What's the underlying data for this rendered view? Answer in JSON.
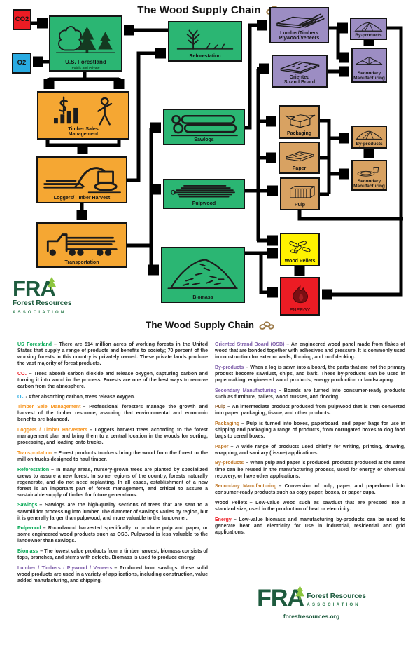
{
  "title": "The Wood Supply Chain",
  "diagram": {
    "nodes": {
      "co2": {
        "label": "CO2"
      },
      "o2": {
        "label": "O2"
      },
      "forestland": {
        "label": "U.S. Forestland",
        "sublabel": "Public and Private"
      },
      "reforestation": {
        "label": "Reforestation"
      },
      "tsm": {
        "label": "Timber Sales\nManagement"
      },
      "loggers": {
        "label": "Loggers/Timber Harvest"
      },
      "transportation": {
        "label": "Transportation"
      },
      "sawlogs": {
        "label": "Sawlogs"
      },
      "pulpwood": {
        "label": "Pulpwood"
      },
      "biomass": {
        "label": "Biomass"
      },
      "lumber": {
        "label": "Lumber/Timbers\nPlywood/Veneers"
      },
      "byproducts_wood": {
        "label": "By-products"
      },
      "osb": {
        "label": "Oriented\nStrand Board"
      },
      "secondary_wood": {
        "label": "Secondary\nManufacturing"
      },
      "packaging": {
        "label": "Packaging"
      },
      "paper": {
        "label": "Paper"
      },
      "pulp": {
        "label": "Pulp"
      },
      "byproducts_pulp": {
        "label": "By-products"
      },
      "secondary_pulp": {
        "label": "Secondary\nManufacturing"
      },
      "wood_pellets": {
        "label": "Wood Pellets"
      },
      "energy": {
        "label": "ENERGY"
      }
    },
    "icons": {
      "forestland": "trees-icon",
      "reforestation": "sapling-icon",
      "tsm": "dollar-chart-forester-icon",
      "loggers": "log-loader-icon",
      "transportation": "log-truck-icon",
      "sawlogs": "logs-icon",
      "pulpwood": "pulpwood-bundle-icon",
      "biomass": "wood-chips-pile-icon",
      "lumber": "boards-icon",
      "byproducts_wood": "sawdust-pile-icon",
      "osb": "panel-icon",
      "secondary_wood": "roof-truss-icon",
      "packaging": "carton-box-icon",
      "paper": "paper-stack-icon",
      "pulp": "pulp-bale-icon",
      "byproducts_pulp": "sawdust-pile-icon",
      "secondary_pulp": "molded-products-icon",
      "wood_pellets": "pellets-icon",
      "energy": "flame-icon",
      "title": "chain-links-icon"
    },
    "palette": {
      "green": "#2BB673",
      "orange": "#F5A733",
      "purple": "#9C8DC3",
      "tan": "#D8A262",
      "yellow": "#FFF200",
      "red": "#EC1C24",
      "blue": "#29ABE2"
    }
  },
  "logo": {
    "acronym": "FRA",
    "line1": "Forest Resources",
    "line2": "ASSOCIATION",
    "url": "forestresources.org"
  },
  "legend": {
    "heading": "The Wood Supply Chain",
    "left": [
      {
        "term": "US Forestland",
        "color": "green",
        "text": "– There are 514 million acres of working forests in the United States that supply a range of products and benefits to society; 70 percent of the working forests in this country is privately owned. These private lands produce the vast majority of forest products."
      },
      {
        "term": "CO₂",
        "color": "red",
        "text": "– Trees absorb carbon dioxide and release oxygen, capturing carbon and turning it into wood in the process.  Forests are one of the best ways to remove carbon from the atmosphere."
      },
      {
        "term": "O₂",
        "color": "blue",
        "text": "- After absorbing carbon, trees release oxygen."
      },
      {
        "term": "Timber Sale Management",
        "color": "orange",
        "text": "– Professional foresters manage the growth and harvest of the timber resource, assuring that environmental and economic benefits are balanced."
      },
      {
        "term": "Loggers / Timber Harvesters",
        "color": "orange",
        "text": "– Loggers harvest trees according to the forest management plan and bring them to a central location in the woods for sorting, processing, and loading onto trucks."
      },
      {
        "term": "Transportation",
        "color": "orange",
        "text": "– Forest products truckers bring the wood from the forest to the mill on trucks designed to haul timber."
      },
      {
        "term": "Reforestation",
        "color": "green",
        "text": "– In many areas, nursery-grown trees are planted by specialized crews to assure a new forest.  In some regions of the country, forests naturally regenerate, and do not need replanting.  In all cases, establishment of a new forest is an important part of forest management, and critical to assure a sustainable supply of timber for future generations."
      },
      {
        "term": "Sawlogs",
        "color": "green",
        "text": "– Sawlogs are the high-quality sections of trees that are sent to a sawmill for processing into lumber.  The diameter of sawlogs varies by region, but it is generally larger than pulpwood, and more valuable to the landowner."
      },
      {
        "term": "Pulpwood",
        "color": "green",
        "text": "– Roundwood harvested specifically to produce pulp and paper, or some engineered wood products such as OSB.  Pulpwood is less valuable to the landowner than sawlogs."
      },
      {
        "term": "Biomass",
        "color": "green",
        "text": "– The lowest value products from a timber harvest, biomass consists of tops, branches, and stems with defects.  Biomass is used to produce energy."
      },
      {
        "term": "Lumber / Timbers / Plywood / Veneers",
        "color": "purple",
        "text": "– Produced from sawlogs, these solid wood products are used in a variety of applications, including construction, value added manufacturing, and shipping."
      }
    ],
    "right": [
      {
        "term": "Oriented Strand Board (OSB)",
        "color": "purple",
        "text": "– An engineered wood panel made from flakes of wood that are bonded together with adhesives and pressure.  It is commonly used in construction for exterior walls, flooring, and roof decking."
      },
      {
        "term": "By-products",
        "color": "purple",
        "text": "– When a log is sawn into a board, the parts that are not the primary product become sawdust, chips, and bark.  These by-products can be used in papermaking, engineered wood products, energy production or landscaping."
      },
      {
        "term": "Secondary Manufacturing",
        "color": "purple",
        "text": "– Boards are turned into consumer-ready products such as furniture, pallets, wood trusses, and flooring."
      },
      {
        "term": "Pulp",
        "color": "brown",
        "text": "– An intermediate product produced from pulpwood that is then converted into paper, packaging, tissue, and other products."
      },
      {
        "term": "Packaging",
        "color": "tan",
        "text": "– Pulp is turned into boxes, paperboard, and paper bags for use in shipping and packaging a range of products, from corrugated boxes to dog food bags to cereal boxes."
      },
      {
        "term": "Paper",
        "color": "tan",
        "text": "– A wide range of products used chiefly for writing, printing, drawing, wrapping, and sanitary (tissue) applications."
      },
      {
        "term": "By-products",
        "color": "tan",
        "text": "– When pulp and paper is produced, products produced at the same time can be reused in the manufacturing process, used for energy or chemical recovery, or have other applications."
      },
      {
        "term": "Secondary Manufacturing",
        "color": "tan",
        "text": "– Conversion of pulp, paper, and paperboard into consumer-ready products such as copy paper, boxes, or paper cups."
      },
      {
        "term": "Wood Pellets",
        "color": "black",
        "text": "– Low-value wood such as sawdust that are pressed into a standard size, used in the production of heat or electricity."
      },
      {
        "term": "Energy",
        "color": "red",
        "text": "– Low-value biomass and manufacturing by-products can be used to generate heat and electricity for use in industrial, residential and grid applications."
      }
    ]
  }
}
